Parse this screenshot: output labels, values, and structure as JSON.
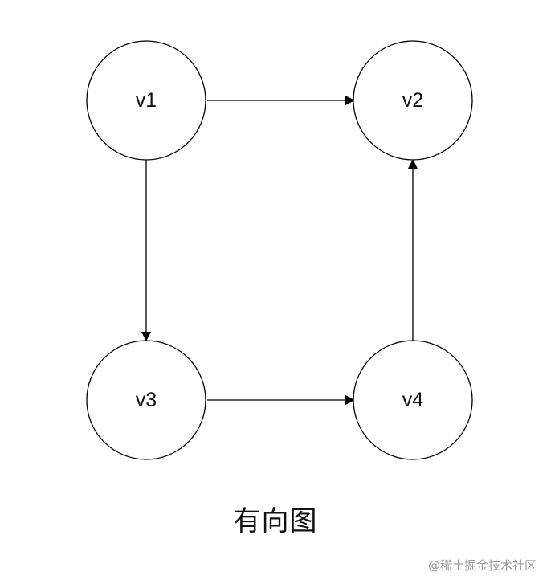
{
  "diagram": {
    "nodes": [
      {
        "id": "v1",
        "label": "v1"
      },
      {
        "id": "v2",
        "label": "v2"
      },
      {
        "id": "v3",
        "label": "v3"
      },
      {
        "id": "v4",
        "label": "v4"
      }
    ],
    "edges": [
      {
        "from": "v1",
        "to": "v2"
      },
      {
        "from": "v1",
        "to": "v3"
      },
      {
        "from": "v3",
        "to": "v4"
      },
      {
        "from": "v4",
        "to": "v2"
      }
    ],
    "caption": "有向图"
  },
  "watermark": "@稀土掘金技术社区",
  "colors": {
    "stroke": "#000000",
    "text": "#111111",
    "watermark": "#9a9a9a",
    "background": "#ffffff"
  }
}
